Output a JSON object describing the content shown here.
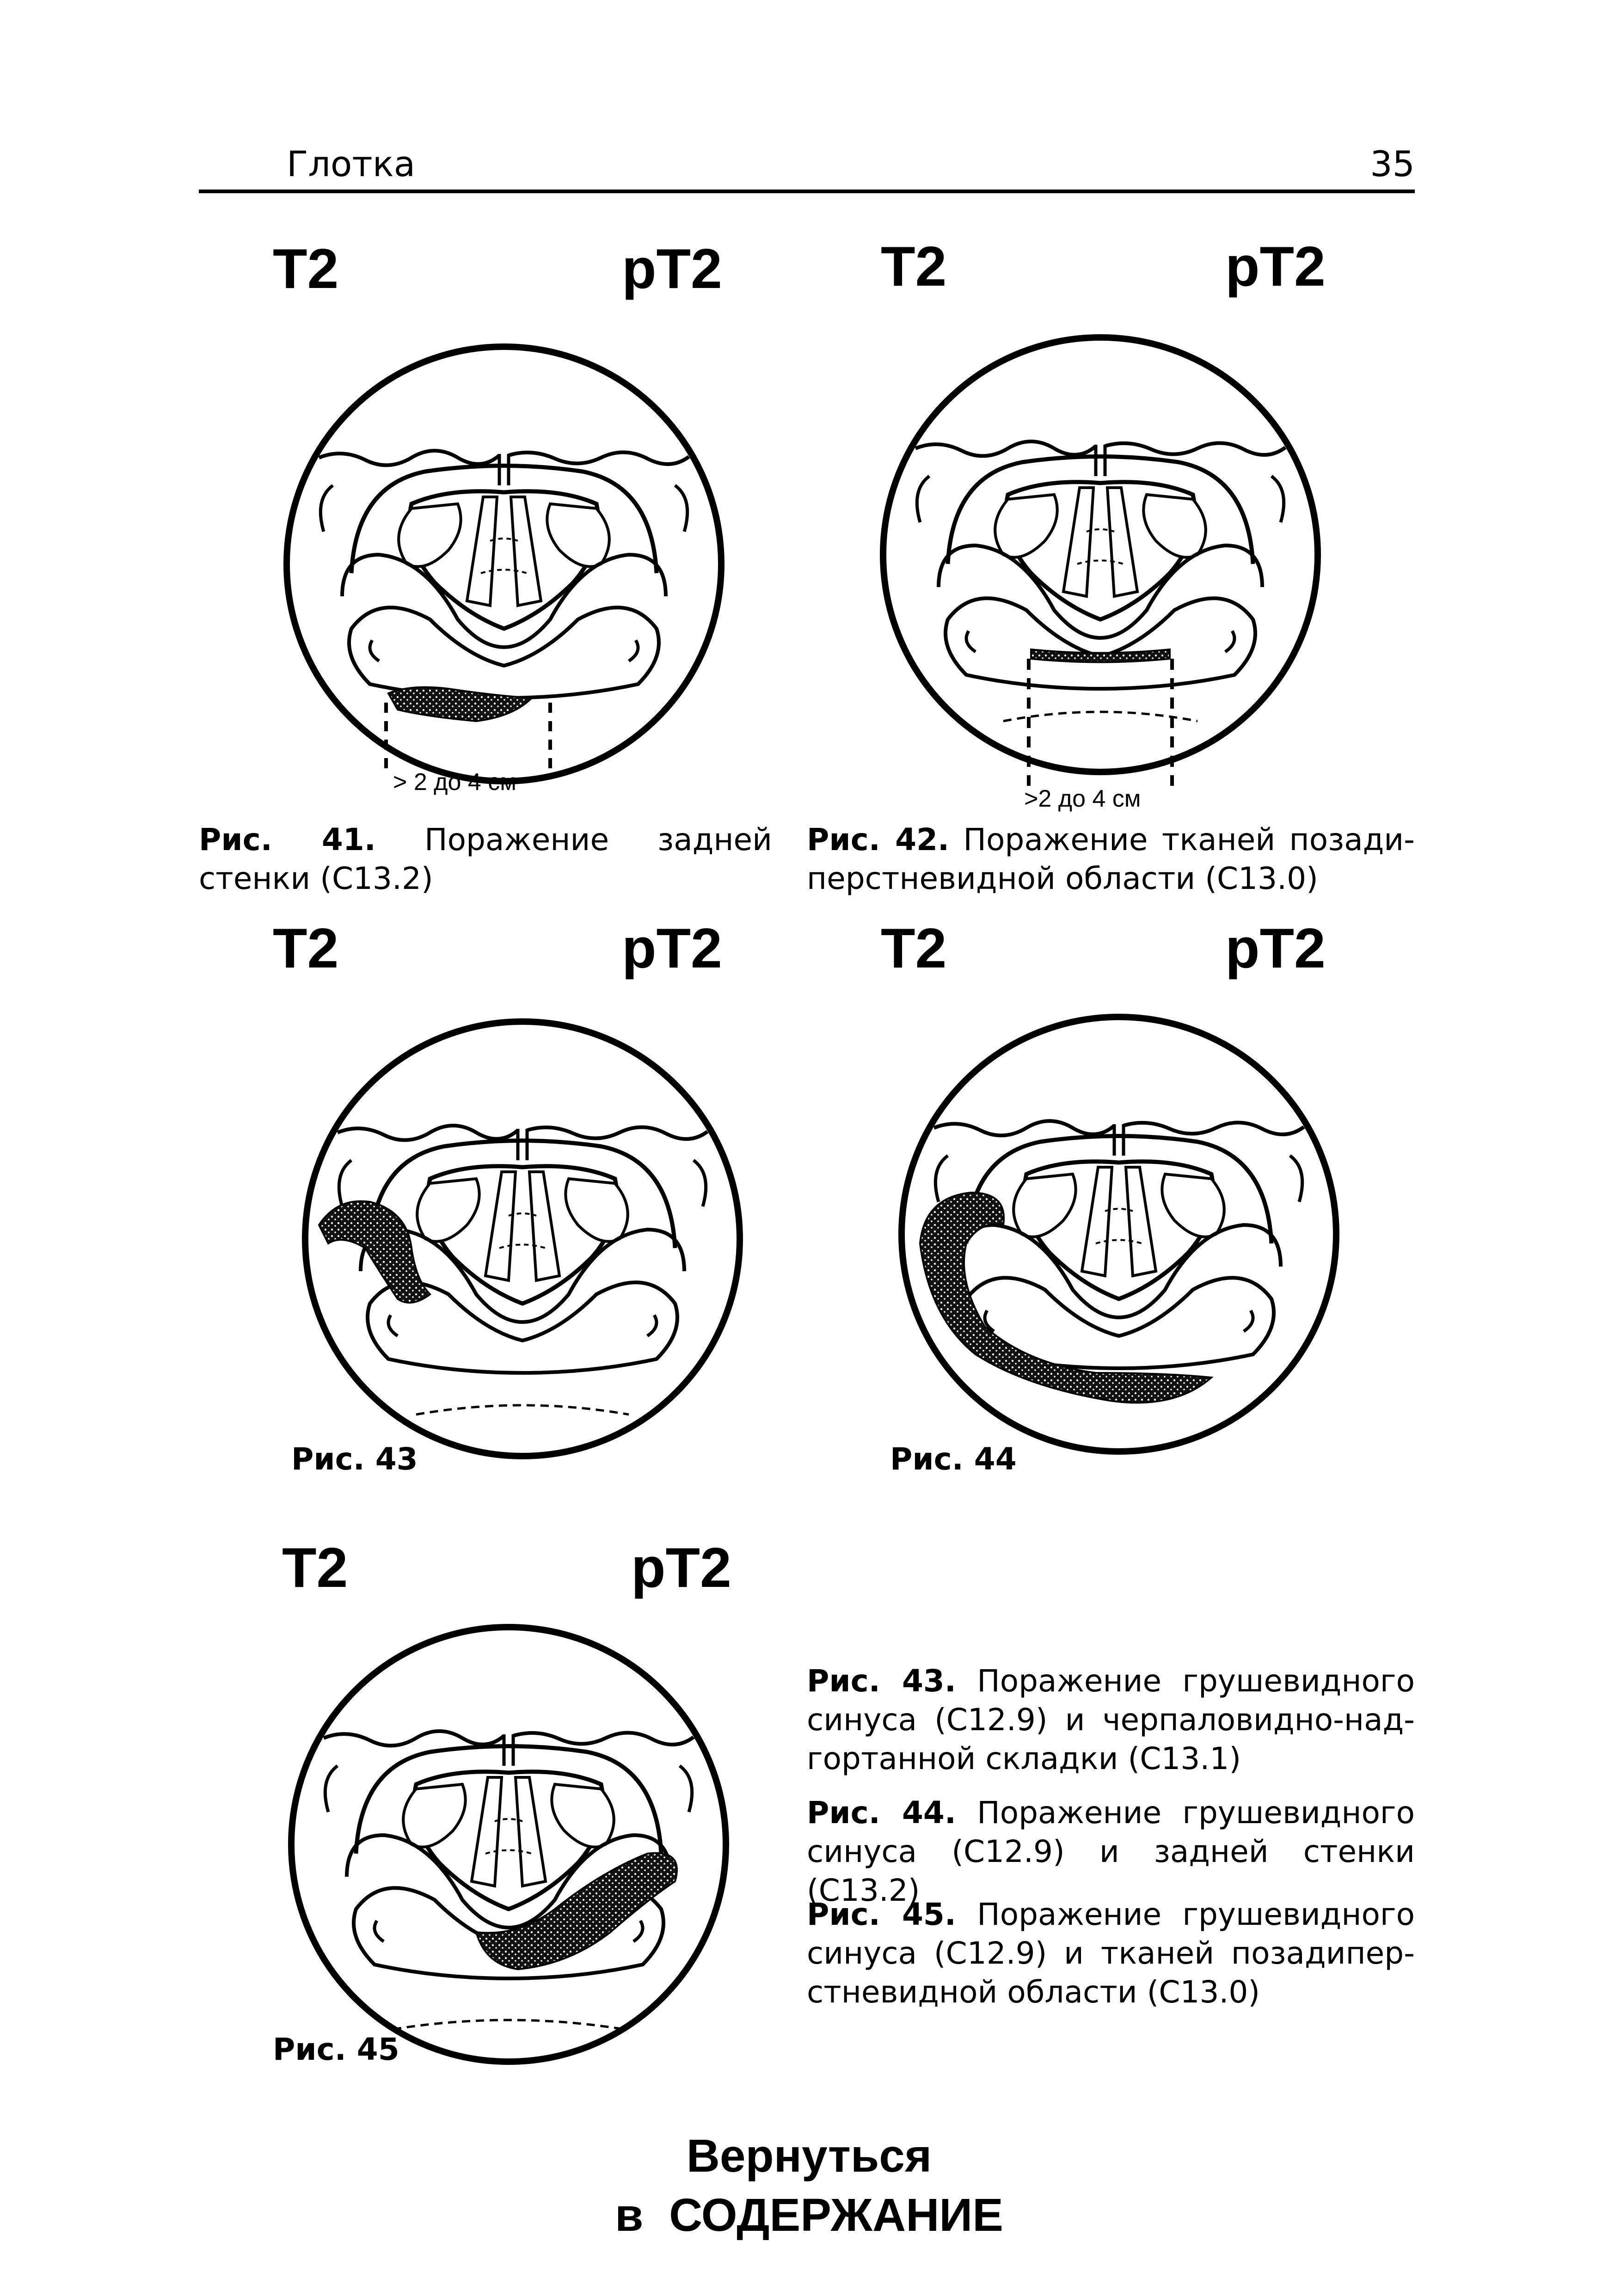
{
  "header": {
    "section": "Глотка",
    "page_number": "35"
  },
  "figures": [
    {
      "id": "41",
      "t_left": "T2",
      "t_right": "pT2",
      "measure": "> 2 до 4 см"
    },
    {
      "id": "42",
      "t_left": "T2",
      "t_right": "pT2",
      "measure": ">2 до 4 см"
    },
    {
      "id": "43",
      "t_left": "T2",
      "t_right": "pT2",
      "short_label": "Рис.  43"
    },
    {
      "id": "44",
      "t_left": "T2",
      "t_right": "pT2",
      "short_label": "Рис.  44"
    },
    {
      "id": "45",
      "t_left": "T2",
      "t_right": "pT2",
      "short_label": "Рис.  45"
    }
  ],
  "captions": {
    "fig41": {
      "label": "Рис. 41.",
      "text": " Поражение задней стенки (C13.2)"
    },
    "fig42": {
      "label": "Рис. 42.",
      "text": " Поражение тканей позади­перстневидной области (C13.0)"
    },
    "fig43": {
      "label": "Рис. 43.",
      "text": " Поражение грушевидного синуса (C12.9) и черпаловидно-над­гортанной складки (C13.1)"
    },
    "fig44": {
      "label": "Рис. 44.",
      "text": " Поражение грушевидного синуса (C12.9) и задней стенки (C13.2)"
    },
    "fig45": {
      "label": "Рис. 45.",
      "text": " Поражение грушевидного синуса (C12.9) и тканей позадипер­стневидной области (C13.0)"
    }
  },
  "navigation": {
    "back_line1": "Вернуться",
    "back_line2_prefix": "в",
    "back_line2_main": "СОДЕРЖАНИЕ"
  }
}
